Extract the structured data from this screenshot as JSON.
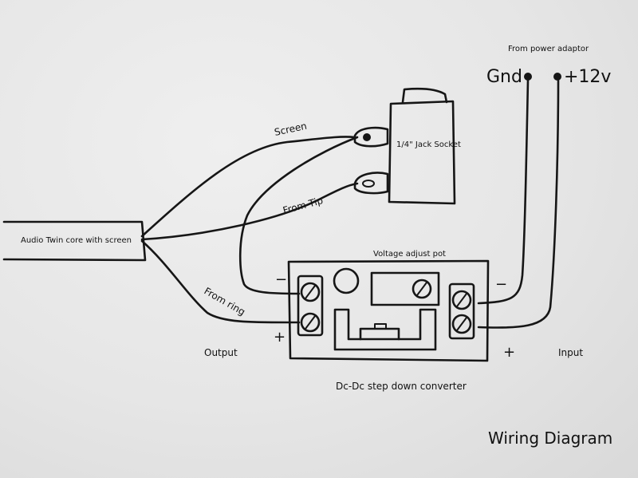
{
  "labels": {
    "from_power_adaptor": "From power adaptor",
    "gnd": "Gnd",
    "plus_12v": "+12v",
    "screen": "Screen",
    "jack_socket": "1/4\" Jack Socket",
    "from_tip": "From Tip",
    "audio_cable": "Audio Twin core with screen",
    "voltage_adjust_pot": "Voltage adjust pot",
    "from_ring": "From ring",
    "output": "Output",
    "input": "Input",
    "converter": "Dc-Dc step down converter",
    "title": "Wiring Diagram",
    "minus_left": "−",
    "plus_left": "+",
    "minus_right": "−",
    "plus_right": "+"
  }
}
